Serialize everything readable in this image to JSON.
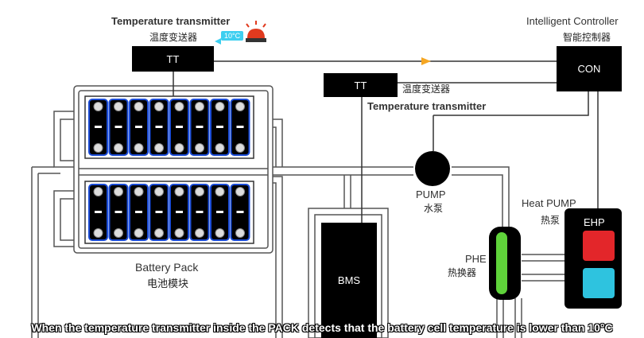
{
  "labels": {
    "tt_top_en": "Temperature transmitter",
    "tt_top_cn": "温度变送器",
    "tt_top_box": "TT",
    "temp_badge": "10°C",
    "con_en": "Intelligent Controller",
    "con_cn": "智能控制器",
    "con_box": "CON",
    "tt_mid_box": "TT",
    "tt_mid_cn": "温度变送器",
    "tt_mid_en": "Temperature transmitter",
    "pump_en": "PUMP",
    "pump_cn": "水泵",
    "heat_pump_en": "Heat PUMP",
    "heat_pump_cn": "热泵",
    "ehp": "EHP",
    "battery_en": "Battery Pack",
    "battery_cn": "电池模块",
    "bms": "BMS",
    "phe_en": "PHE",
    "phe_cn": "热换器"
  },
  "caption": "When the temperature transmitter inside the PACK detects that the battery cell temperature is lower than 10°C",
  "colors": {
    "cell_blue": "#1a4bd6",
    "phe_green": "#5fd33a",
    "ehp_red": "#e3262a",
    "ehp_cyan": "#2ec3df",
    "arrow": "#f5a623",
    "alarm": "#e03a1e"
  }
}
